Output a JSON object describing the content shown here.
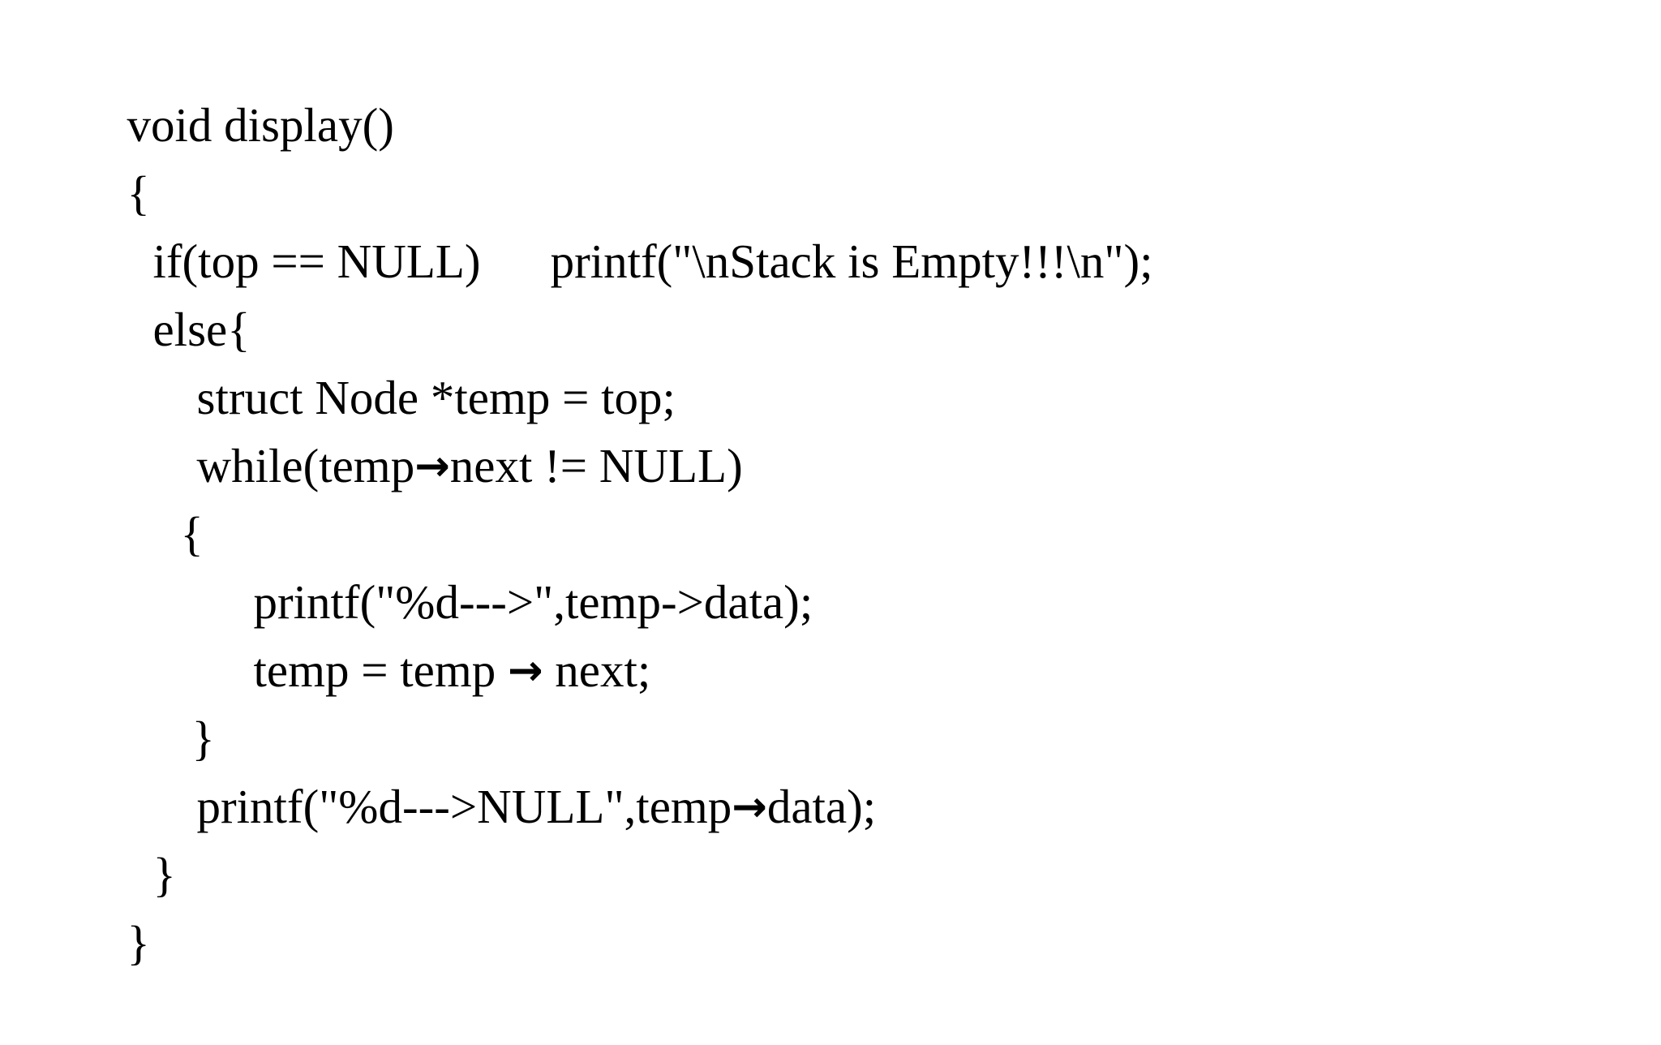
{
  "document": {
    "kind": "code-listing",
    "language": "C",
    "background_color": "#ffffff",
    "text_color": "#000000",
    "arrow_glyph": "→"
  },
  "code": {
    "lines": [
      {
        "id": "line-1",
        "indent": "ind-0",
        "text": "void display()"
      },
      {
        "id": "line-2",
        "indent": "ind-0",
        "text": "{"
      },
      {
        "id": "line-3",
        "indent": "ind-1",
        "text": "if(top == NULL)",
        "text2": "printf(\"\\nStack is Empty!!!\\n\");"
      },
      {
        "id": "line-4",
        "indent": "ind-1",
        "text": "else{"
      },
      {
        "id": "line-5",
        "indent": "ind-2",
        "text": "struct Node *temp = top;"
      },
      {
        "id": "line-6",
        "indent": "ind-2",
        "pre": "while(temp",
        "arrow": "→",
        "post": "next != NULL)"
      },
      {
        "id": "line-7",
        "indent": "ind-1b",
        "text": "{"
      },
      {
        "id": "line-8",
        "indent": "ind-3",
        "text": "printf(\"%d--->\",temp->data);"
      },
      {
        "id": "line-9",
        "indent": "ind-3",
        "pre": "temp = temp ",
        "arrow": "→",
        "post": " next;"
      },
      {
        "id": "line-10",
        "indent": "ind-1c",
        "text": "}"
      },
      {
        "id": "line-11",
        "indent": "ind-2",
        "pre": "printf(\"%d--->NULL\",temp",
        "arrow": "→",
        "post": "data);"
      },
      {
        "id": "line-12",
        "indent": "ind-1",
        "text": "}"
      },
      {
        "id": "line-13",
        "indent": "ind-0",
        "text": "}"
      }
    ],
    "full_text": "void display()\n{\n   if(top == NULL)     printf(\"\\nStack is Empty!!!\\n\");\n   else{\n     struct Node *temp = top;\n     while(temp→next != NULL)\n    {\n        printf(\"%d--->\",temp->data);\n        temp = temp → next;\n    }\n     printf(\"%d--->NULL\",temp→data);\n   }\n}"
  }
}
